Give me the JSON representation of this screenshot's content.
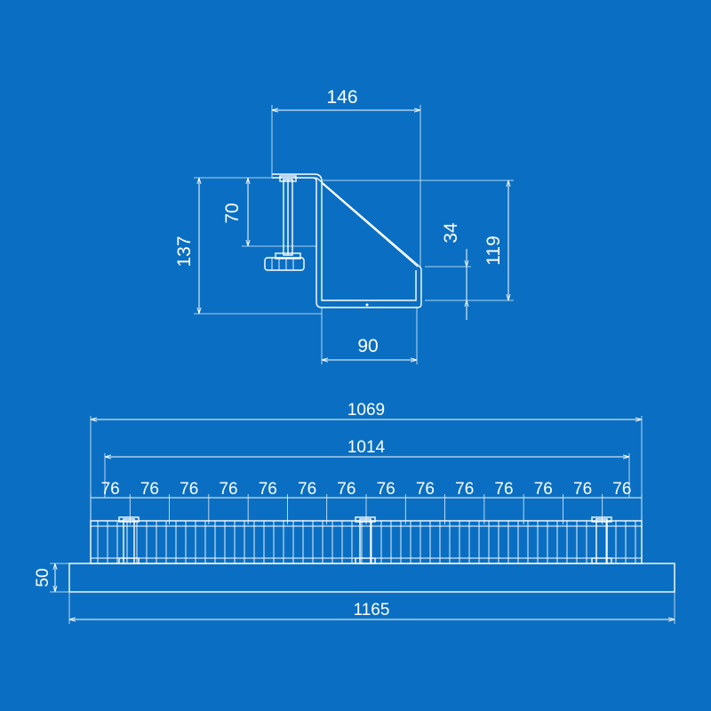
{
  "colors": {
    "background": "#0a6fc2",
    "lines": "#ffffff"
  },
  "side_view": {
    "dim_width_top": "146",
    "dim_height_total": "137",
    "dim_clamp_height": "70",
    "dim_lip_height": "34",
    "dim_tray_height": "119",
    "dim_tray_width": "90"
  },
  "front_view": {
    "dim_overall_tray": "1069",
    "dim_inner_tray": "1014",
    "dim_segments": [
      "76",
      "76",
      "76",
      "76",
      "76",
      "76",
      "76",
      "76",
      "76",
      "76",
      "76",
      "76",
      "76",
      "76"
    ],
    "dim_desk_thickness": "50",
    "dim_desk_width": "1165"
  }
}
